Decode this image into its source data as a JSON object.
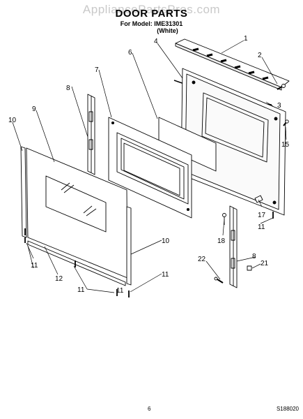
{
  "header": {
    "watermark": "AppliancePartsPros.com",
    "title": "DOOR PARTS",
    "model_line": "For Model: IME31301",
    "color_note": "(White)"
  },
  "callouts": [
    "1",
    "2",
    "3",
    "4",
    "15",
    "6",
    "7",
    "8",
    "9",
    "10",
    "17",
    "11",
    "18",
    "10",
    "11",
    "12",
    "11",
    "22",
    "8",
    "21",
    "11",
    "11"
  ],
  "footer": {
    "page_number": "6",
    "reference_code": "S188020"
  }
}
